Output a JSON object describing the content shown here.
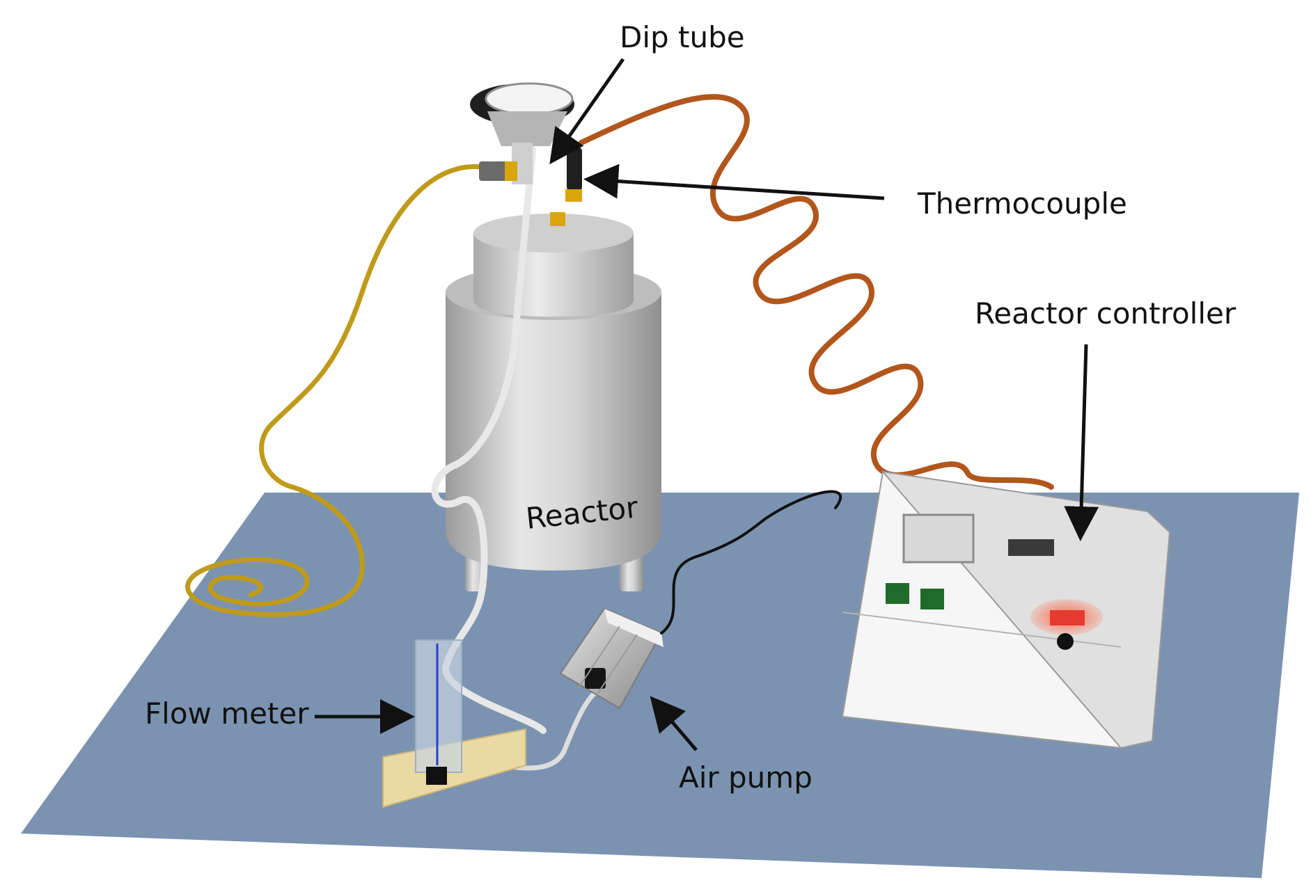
{
  "labels": {
    "dip_tube": "Dip tube",
    "thermocouple": "Thermocouple",
    "reactor_controller": "Reactor controller",
    "reactor": "Reactor",
    "flow_meter": "Flow meter",
    "air_pump": "Air pump"
  },
  "colors": {
    "table": "#7b93b1",
    "steel": "#c9c9c9",
    "copper_coil": "#b2561c",
    "yellow_cable": "#c09a1a",
    "wood_block": "#ead9a3",
    "controller_body": "#f5f5f5",
    "red_switch": "#e53a2f",
    "green_button": "#1f6b2a"
  }
}
